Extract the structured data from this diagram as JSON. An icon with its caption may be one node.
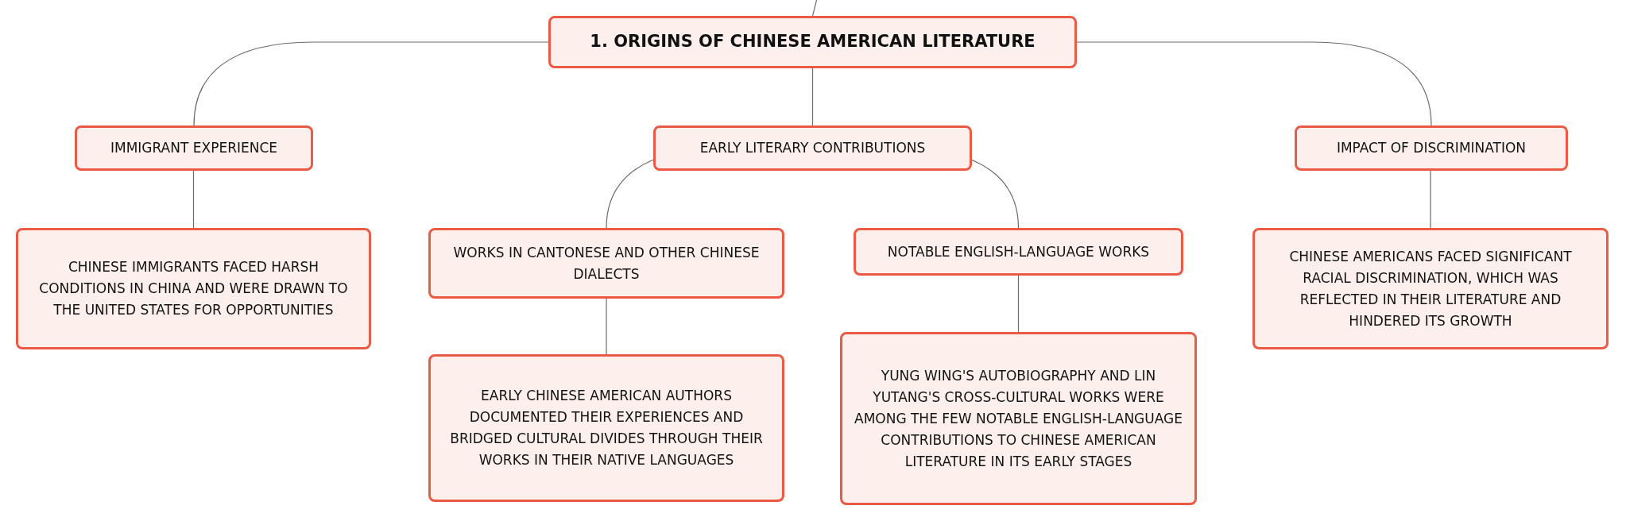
{
  "diagram": {
    "nodes": [
      {
        "text": [
          "1. ORIGINS OF CHINESE AMERICAN LITERATURE"
        ]
      },
      {
        "text": [
          "IMMIGRANT EXPERIENCE"
        ]
      },
      {
        "text": [
          "EARLY LITERARY CONTRIBUTIONS"
        ]
      },
      {
        "text": [
          "IMPACT OF DISCRIMINATION"
        ]
      },
      {
        "text": [
          "CHINESE IMMIGRANTS FACED HARSH CONDITIONS IN CHINA AND WERE DRAWN TO THE UNITED STATES FOR OPPORTUNITIES"
        ]
      },
      {
        "text": [
          "WORKS IN CANTONESE AND OTHER CHINESE DIALECTS"
        ]
      },
      {
        "text": [
          "NOTABLE ENGLISH-LANGUAGE WORKS"
        ]
      },
      {
        "text": [
          "CHINESE AMERICANS FACED SIGNIFICANT RACIAL DISCRIMINATION, WHICH WAS REFLECTED IN THEIR LITERATURE AND HINDERED ITS GROWTH"
        ]
      },
      {
        "text": [
          "EARLY CHINESE AMERICAN AUTHORS DOCUMENTED THEIR EXPERIENCES AND BRIDGED CULTURAL DIVIDES THROUGH THEIR WORKS IN THEIR NATIVE LANGUAGES"
        ]
      },
      {
        "text": [
          "YUNG WING'S AUTOBIOGRAPHY AND LIN YUTANG'S CROSS-CULTURAL WORKS WERE AMONG THE FEW NOTABLE ENGLISH-LANGUAGE CONTRIBUTIONS TO CHINESE AMERICAN LITERATURE IN ITS EARLY STAGES"
        ]
      }
    ],
    "edges": [
      {
        "from": null,
        "to": 0,
        "arrow": "none"
      },
      {
        "from": 0,
        "to": 1,
        "arrow": "none"
      },
      {
        "from": 0,
        "to": 2,
        "arrow": "none"
      },
      {
        "from": 0,
        "to": 3,
        "arrow": "none"
      },
      {
        "from": 1,
        "to": 4,
        "arrow": "none"
      },
      {
        "from": 2,
        "to": 5,
        "arrow": "none"
      },
      {
        "from": 2,
        "to": 6,
        "arrow": "none"
      },
      {
        "from": 3,
        "to": 7,
        "arrow": "none"
      },
      {
        "from": 5,
        "to": 8,
        "arrow": "none"
      },
      {
        "from": 6,
        "to": 9,
        "arrow": "none"
      }
    ]
  }
}
